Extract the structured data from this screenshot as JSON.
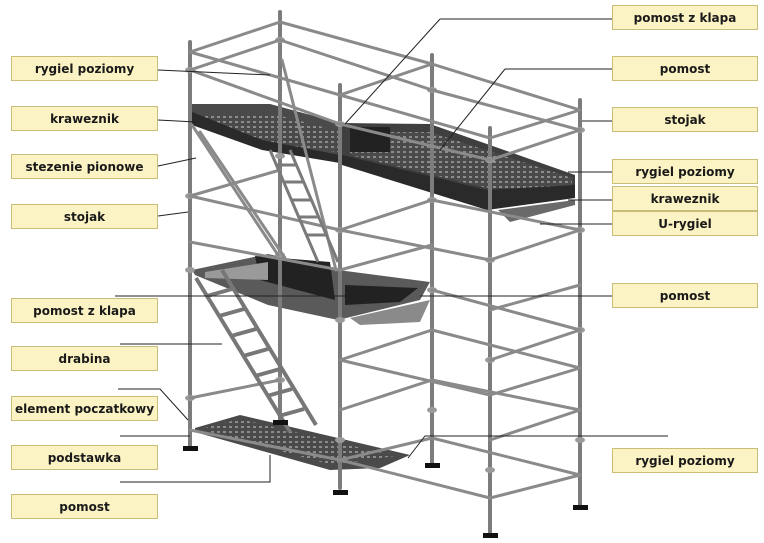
{
  "labels": {
    "left": [
      "rygiel poziomy",
      "kraweznik",
      "stezenie pionowe",
      "stojak",
      "pomost z klapa",
      "drabina",
      "element poczatkowy",
      "podstawka",
      "pomost"
    ],
    "right": [
      "pomost z klapa",
      "pomost",
      "stojak",
      "rygiel poziomy",
      "kraweznik",
      "U-rygiel",
      "pomost",
      "rygiel poziomy"
    ]
  },
  "colors": {
    "label_fill": "#fbf3c3",
    "label_border": "#c9bd79",
    "tube": "#7c7c7c",
    "deck": "#3a3a3a",
    "leader": "#222222"
  }
}
